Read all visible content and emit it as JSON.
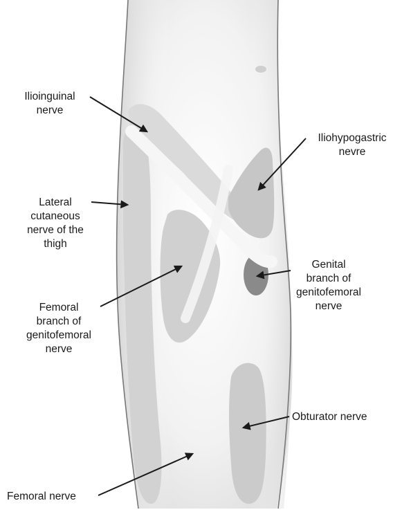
{
  "labels": {
    "ilioinguinal": [
      "Ilioinguinal",
      "nerve"
    ],
    "iliohypogastric": [
      "Iliohypogastric",
      "nevre"
    ],
    "lateral_cutaneous": [
      "Lateral",
      "cutaneous",
      "nerve of the",
      "thigh"
    ],
    "genital_branch": [
      "Genital",
      "branch of",
      "genitofemoral",
      "nerve"
    ],
    "femoral_branch": [
      "Femoral",
      "branch of",
      "genitofemoral",
      "nerve"
    ],
    "obturator": [
      "Obturator nerve"
    ],
    "femoral": [
      "Femoral nerve"
    ]
  },
  "colors": {
    "background": "#ffffff",
    "skin_shadow": "#d4d4d4",
    "region_light": "#dcdcdc",
    "region_medium": "#c8c8c8",
    "region_dark": "#8a8a8a",
    "nerve_band": "#f4f4f4",
    "outline": "#777777",
    "text": "#1a1a1a",
    "arrow": "#1a1a1a"
  }
}
